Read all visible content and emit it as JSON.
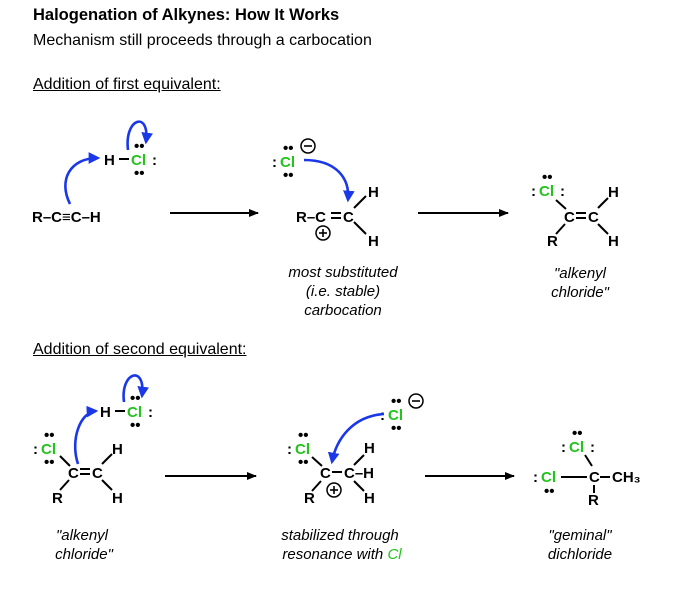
{
  "header": {
    "title": "Halogenation of Alkynes: How It Works",
    "subtitle": "Mechanism still proceeds through a carbocation"
  },
  "sections": {
    "first": "Addition of first equivalent:",
    "second": "Addition of second equivalent:"
  },
  "atoms": {
    "H": "H",
    "Cl": "Cl",
    "C": "C",
    "R": "R",
    "alkyne": "R–C≡C–H",
    "R_C": "R–C",
    "C_H": "C–H",
    "CH3": "CH₃",
    "dot_pair": "••",
    "plus": "+",
    "minus": "–"
  },
  "captions": {
    "row1_mid": [
      "most substituted",
      "(i.e. stable)",
      "carbocation"
    ],
    "row1_right": [
      "\"alkenyl",
      "chloride\""
    ],
    "row2_left": [
      "\"alkenyl",
      "chloride\""
    ],
    "row2_mid_line1": "stabilized through",
    "row2_mid_line2": "resonance with",
    "row2_mid_cl": "Cl",
    "row2_right": [
      "\"geminal\"",
      "dichloride"
    ]
  },
  "colors": {
    "chlorine": "#22c41c",
    "curved_arrow": "#1a37e8",
    "text": "#000000"
  }
}
